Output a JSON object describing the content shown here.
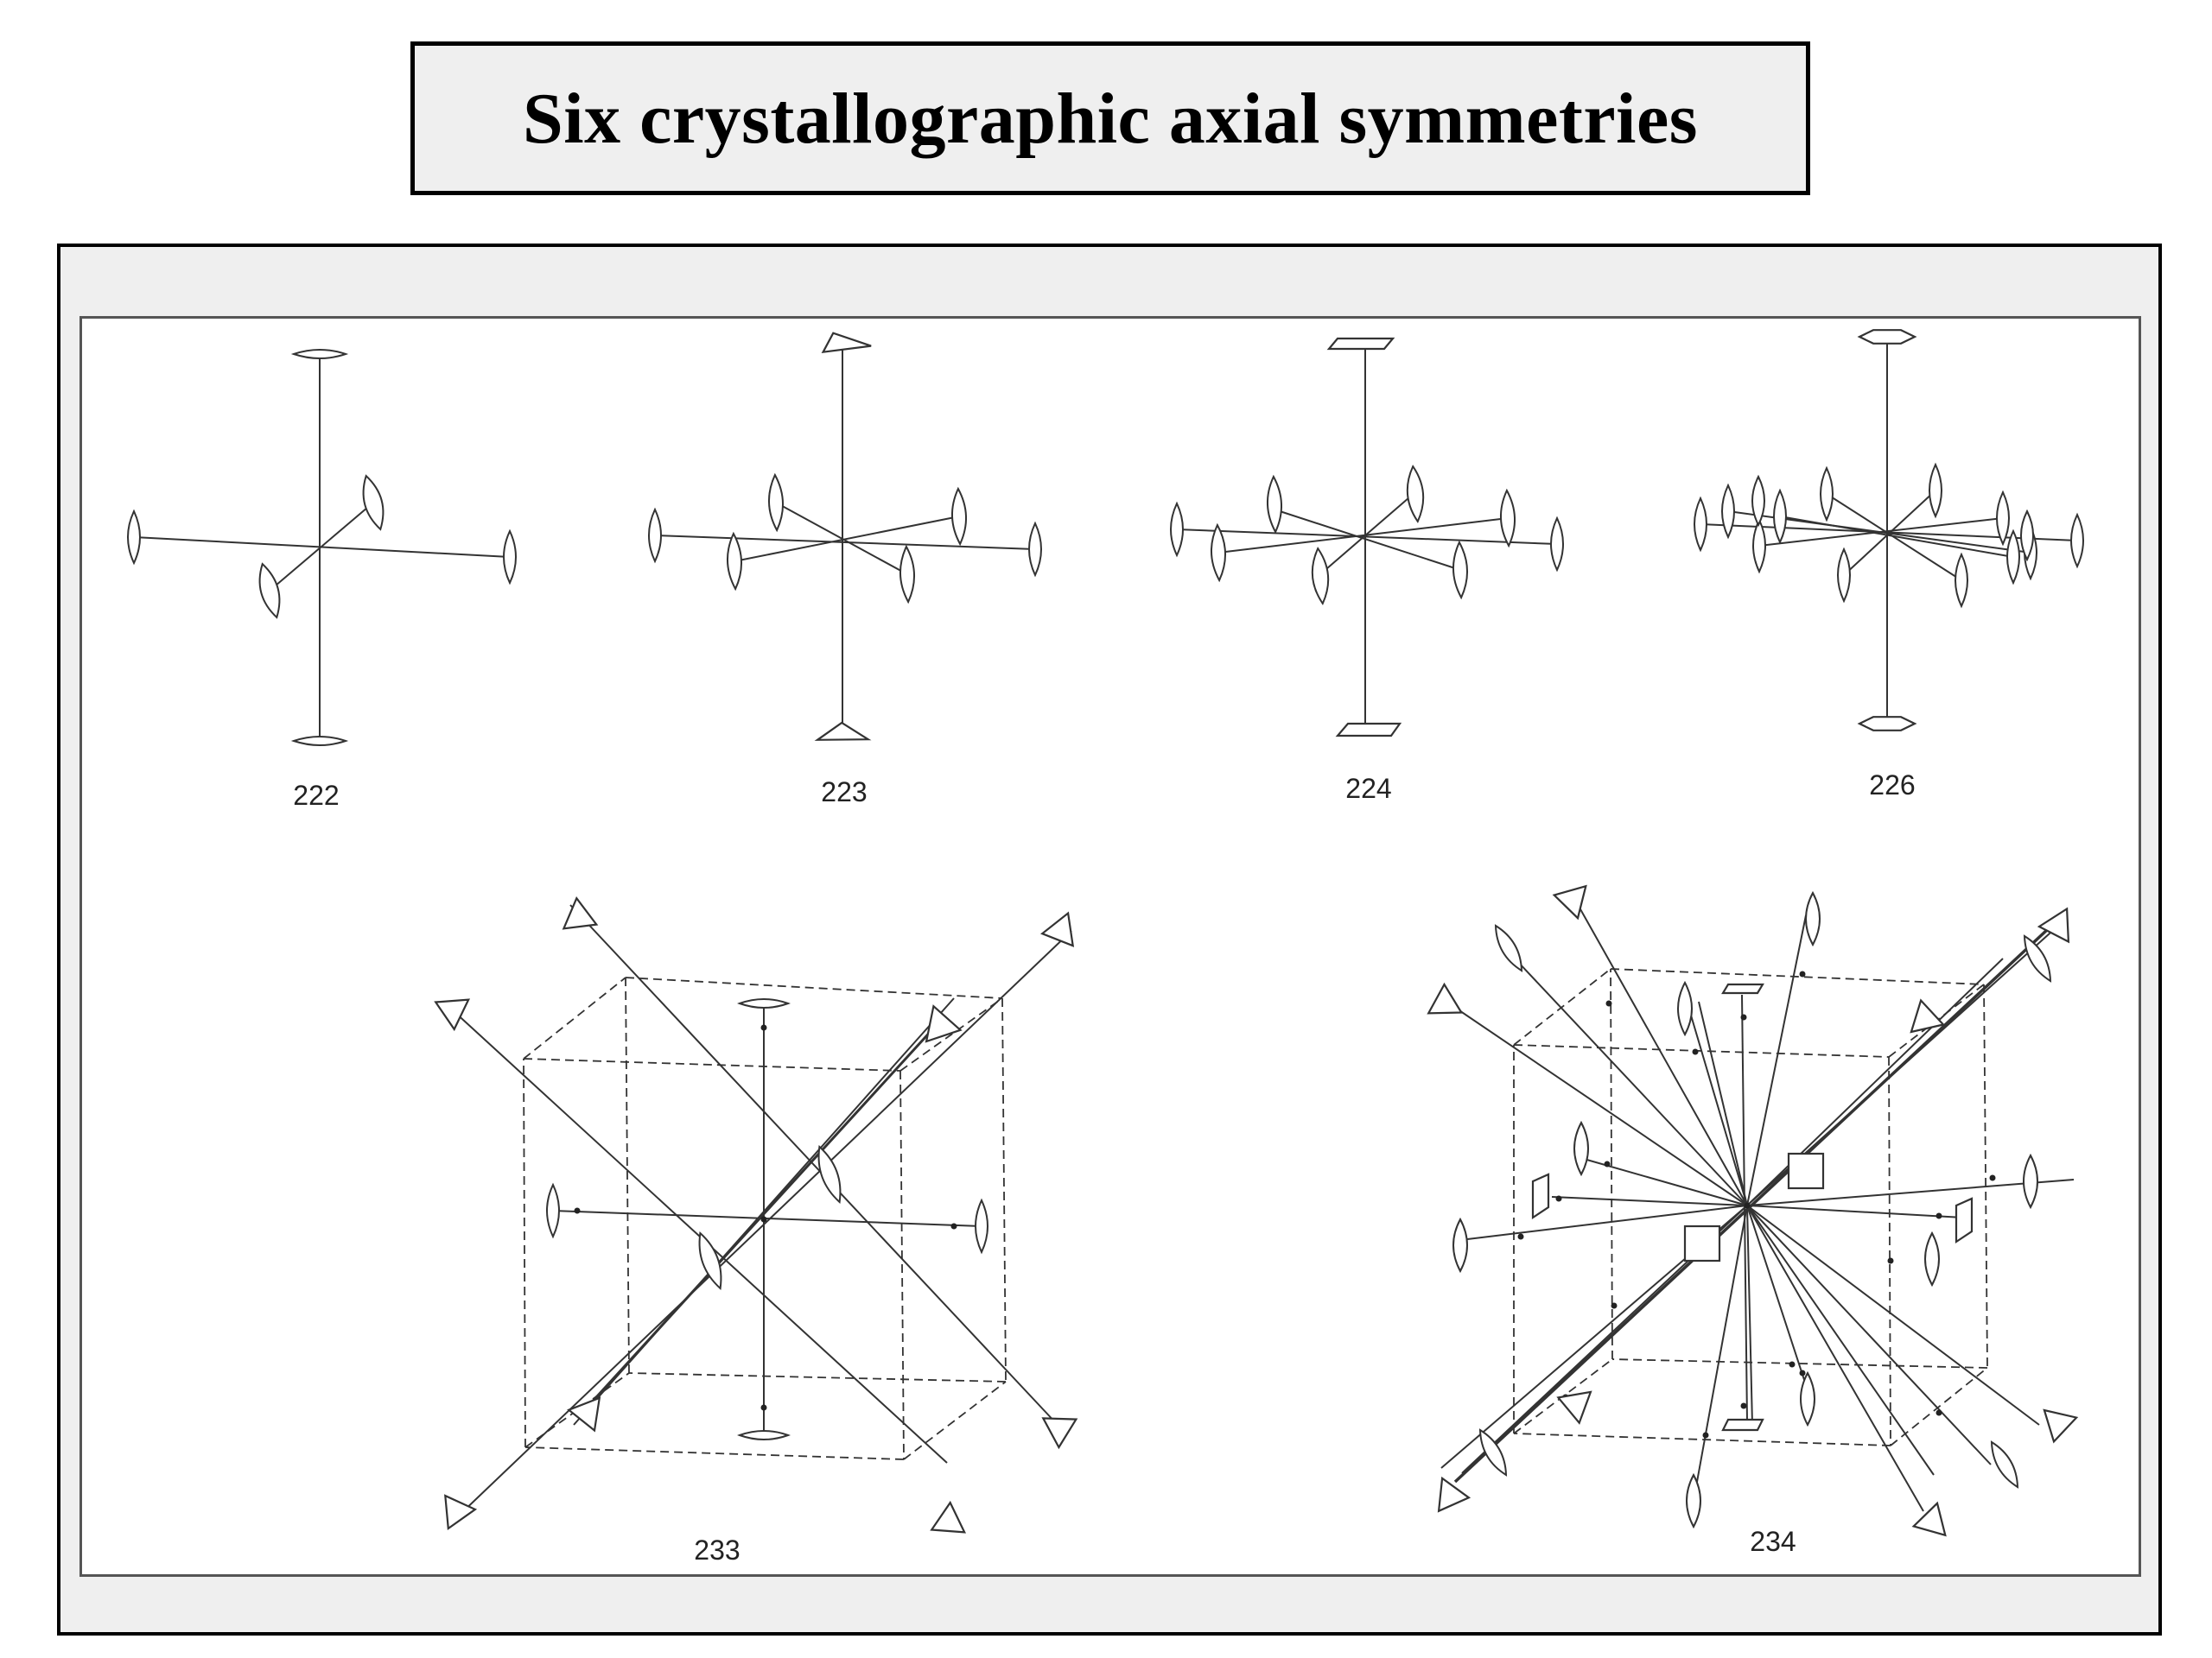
{
  "title": "Six crystallographic axial symmetries",
  "groups": [
    {
      "id": "g222",
      "label": "222"
    },
    {
      "id": "g223",
      "label": "223"
    },
    {
      "id": "g224",
      "label": "224"
    },
    {
      "id": "g226",
      "label": "226"
    },
    {
      "id": "g233",
      "label": "233"
    },
    {
      "id": "g234",
      "label": "234"
    }
  ]
}
